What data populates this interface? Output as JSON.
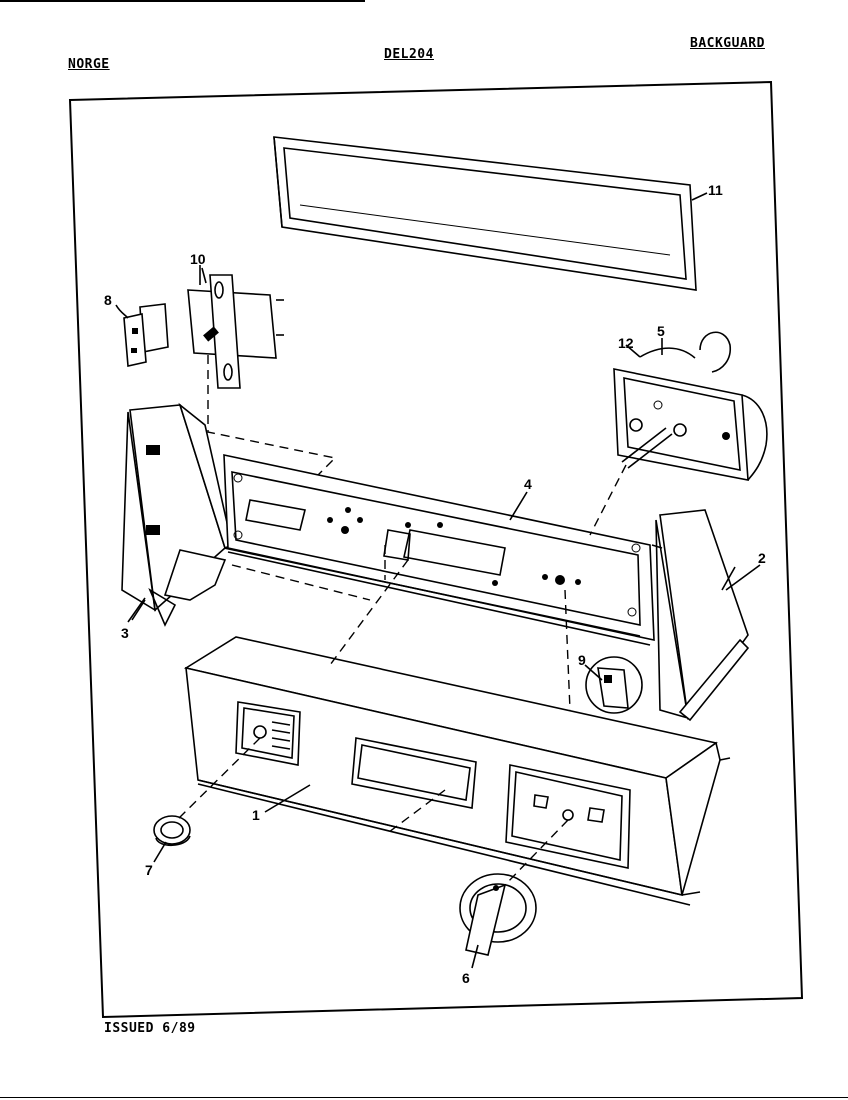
{
  "header": {
    "brand": "NORGE",
    "model": "DEL204",
    "section": "BACKGUARD"
  },
  "footer": {
    "issued": "ISSUED 6/89"
  },
  "callouts": [
    "1",
    "2",
    "3",
    "4",
    "5",
    "6",
    "7",
    "8",
    "9",
    "10",
    "11",
    "12"
  ]
}
